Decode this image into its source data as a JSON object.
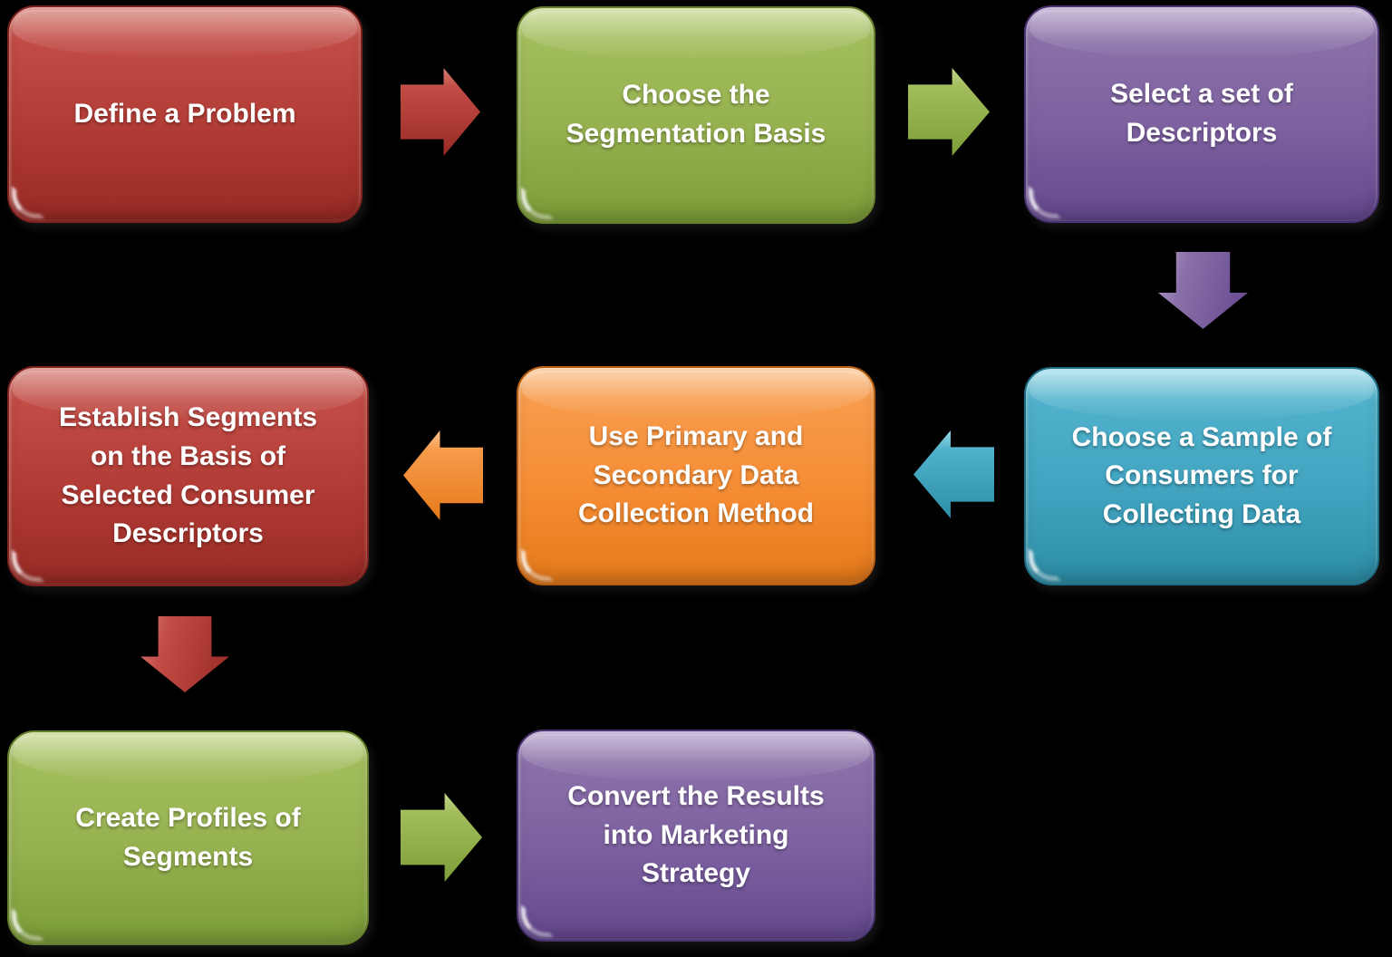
{
  "flowchart": {
    "background_color": "#000000",
    "text_color": "#ffffff",
    "steps": [
      {
        "id": 1,
        "label": "Define a Problem",
        "color": "red"
      },
      {
        "id": 2,
        "label": "Choose the\nSegmentation Basis",
        "color": "green"
      },
      {
        "id": 3,
        "label": "Select a set of\nDescriptors",
        "color": "purple"
      },
      {
        "id": 4,
        "label": "Choose a Sample of\nConsumers for\nCollecting Data",
        "color": "cyan"
      },
      {
        "id": 5,
        "label": "Use Primary and\nSecondary Data\nCollection Method",
        "color": "orange"
      },
      {
        "id": 6,
        "label": "Establish Segments\non the Basis of\nSelected Consumer\nDescriptors",
        "color": "red"
      },
      {
        "id": 7,
        "label": "Create Profiles of\nSegments",
        "color": "green"
      },
      {
        "id": 8,
        "label": "Convert the Results\ninto Marketing\nStrategy",
        "color": "purple"
      }
    ],
    "connectors": [
      {
        "from": 1,
        "to": 2,
        "direction": "right",
        "color": "red"
      },
      {
        "from": 2,
        "to": 3,
        "direction": "right",
        "color": "green"
      },
      {
        "from": 3,
        "to": 4,
        "direction": "down",
        "color": "purple"
      },
      {
        "from": 4,
        "to": 5,
        "direction": "left",
        "color": "cyan"
      },
      {
        "from": 5,
        "to": 6,
        "direction": "left",
        "color": "orange"
      },
      {
        "from": 6,
        "to": 7,
        "direction": "down",
        "color": "red"
      },
      {
        "from": 7,
        "to": 8,
        "direction": "right",
        "color": "green"
      }
    ],
    "palette": {
      "red": {
        "top": "#d47c72",
        "light": "#c24c46",
        "base": "#b23c36",
        "dark": "#992a24",
        "edge": "#7f211c"
      },
      "green": {
        "top": "#c3d68d",
        "light": "#a2bd5c",
        "base": "#96b150",
        "dark": "#7d9e38",
        "edge": "#647f2a"
      },
      "purple": {
        "top": "#b4a0c9",
        "light": "#8a70a8",
        "base": "#7d61a0",
        "dark": "#654890",
        "edge": "#4a3371"
      },
      "cyan": {
        "top": "#9bdae8",
        "light": "#4fb1cb",
        "base": "#42a4c0",
        "dark": "#2d8ea8",
        "edge": "#1d6d85"
      },
      "orange": {
        "top": "#fbc28e",
        "light": "#f79b4b",
        "base": "#f58d35",
        "dark": "#e67a1a",
        "edge": "#b85c0e"
      }
    }
  }
}
